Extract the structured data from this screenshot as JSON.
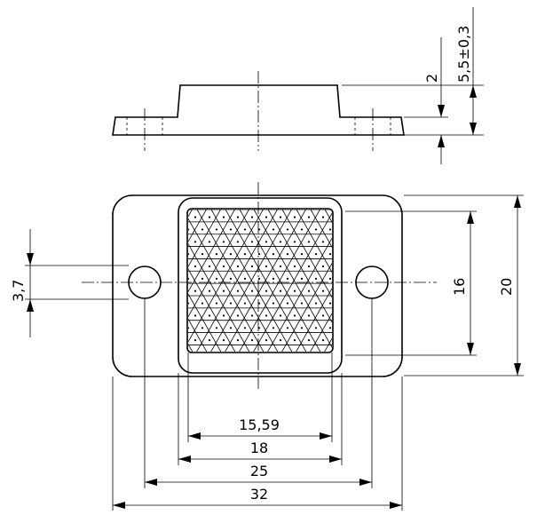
{
  "dimensions": {
    "top_h2": "2",
    "top_h55": "5,5±0,3",
    "side_37": "3,7",
    "right_16": "16",
    "right_20": "20",
    "w_1559": "15,59",
    "w_18": "18",
    "w_25": "25",
    "w_32": "32"
  },
  "pattern": {
    "name": "triangular-retroreflector-pattern"
  },
  "colors": {
    "line": "#000000",
    "background": "#ffffff"
  }
}
